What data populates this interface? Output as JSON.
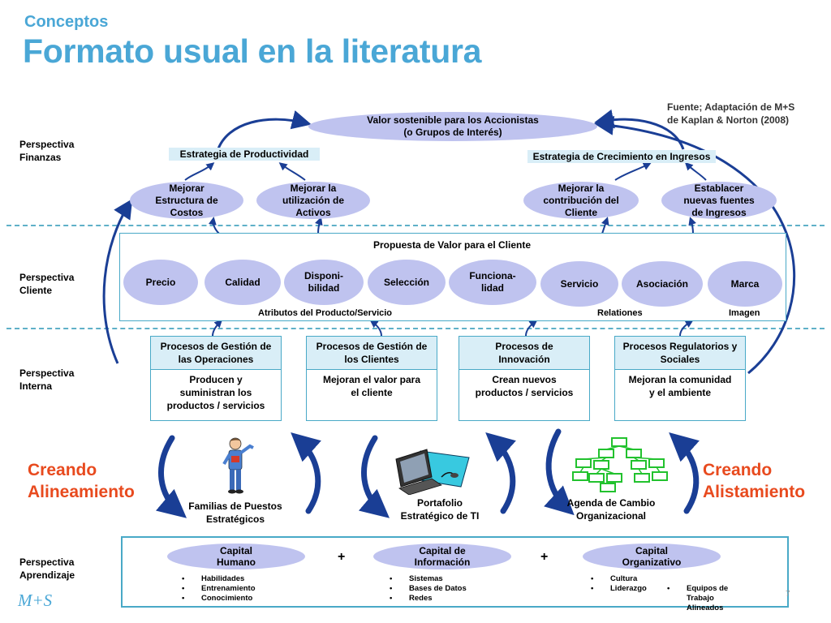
{
  "header": {
    "section": "Conceptos",
    "title": "Formato usual en la literatura"
  },
  "source_note": "Fuente; Adaptación de M+S\nde Kaplan & Norton (2008)",
  "perspectives": {
    "finanzas": "Perspectiva\nFinanzas",
    "cliente": "Perspectiva\nCliente",
    "interna": "Perspectiva\nInterna",
    "aprendizaje": "Perspectiva\nAprendizaje"
  },
  "finanzas": {
    "goal": "Valor sostenible para los Accionistas\n(o Grupos de Interés)",
    "productividad": "Estrategia de Productividad",
    "crecimiento": "Estrategia de Crecimiento en Ingresos",
    "mejorar_costos": "Mejorar\nEstructura de\nCostos",
    "mejorar_activos": "Mejorar la\nutilización de\nActivos",
    "mejorar_cliente": "Mejorar la\ncontribución del\nCliente",
    "nuevas_fuentes": "Establacer\nnuevas fuentes\nde Ingresos"
  },
  "cliente": {
    "title": "Propuesta de Valor para el Cliente",
    "attributes": [
      "Precio",
      "Calidad",
      "Disponi-\nbilidad",
      "Selección",
      "Funciona-\nlidad",
      "Servicio",
      "Asociación",
      "Marca"
    ],
    "label_atributos": "Atributos del Producto/Servicio",
    "label_relaciones": "Relationes",
    "label_imagen": "Imagen"
  },
  "interna": {
    "processes": [
      {
        "title": "Procesos de Gestión de\nlas Operaciones",
        "body": "Producen y\nsuministran los\nproductos / servicios"
      },
      {
        "title": "Procesos de Gestión de\nlos Clientes",
        "body": "Mejoran el valor para\nel cliente"
      },
      {
        "title": "Procesos de\nInnovación",
        "body": "Crean nuevos\nproductos / servicios"
      },
      {
        "title": "Procesos Regulatorios y\nSociales",
        "body": "Mejoran la comunidad\ny el ambiente"
      }
    ]
  },
  "bridge": {
    "creando_alineamiento": "Creando\nAlineamiento",
    "creando_alistamiento": "Creando\nAlistamiento",
    "familias": "Familias de Puestos\nEstratégicos",
    "portafolio": "Portafolio\nEstratégico de TI",
    "agenda": "Agenda de Cambio\nOrganizacional"
  },
  "aprendizaje": {
    "capital_humano": "Capital\nHumano",
    "capital_informacion": "Capital de\nInformación",
    "capital_organizativo": "Capital\nOrganizativo",
    "plus": "+",
    "humano_items": [
      "Habilidades",
      "Entrenamiento",
      "Conocimiento"
    ],
    "informacion_items": [
      "Sistemas",
      "Bases de Datos",
      "Redes"
    ],
    "organizativo_items_a": [
      "Cultura",
      "Liderazgo"
    ],
    "organizativo_items_b": [
      "Equipos de\nTrabajo\nAlineados"
    ]
  },
  "footer": {
    "logo": "M+S",
    "page": "7"
  },
  "colors": {
    "title": "#4aa7d6",
    "ellipse": "#bfc3ef",
    "box_border": "#49a9c7",
    "header_fill": "#d9eef7",
    "accent_red": "#e84a1e",
    "arrow": "#1a3e95"
  }
}
